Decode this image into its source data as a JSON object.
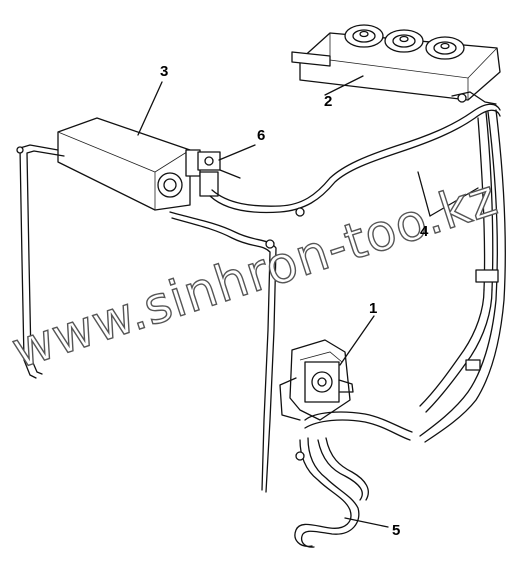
{
  "callouts": {
    "c1": "1",
    "c2": "2",
    "c3": "3",
    "c4": "4",
    "c5": "5",
    "c6": "6"
  },
  "watermark": "www.sinhron-too.kz"
}
